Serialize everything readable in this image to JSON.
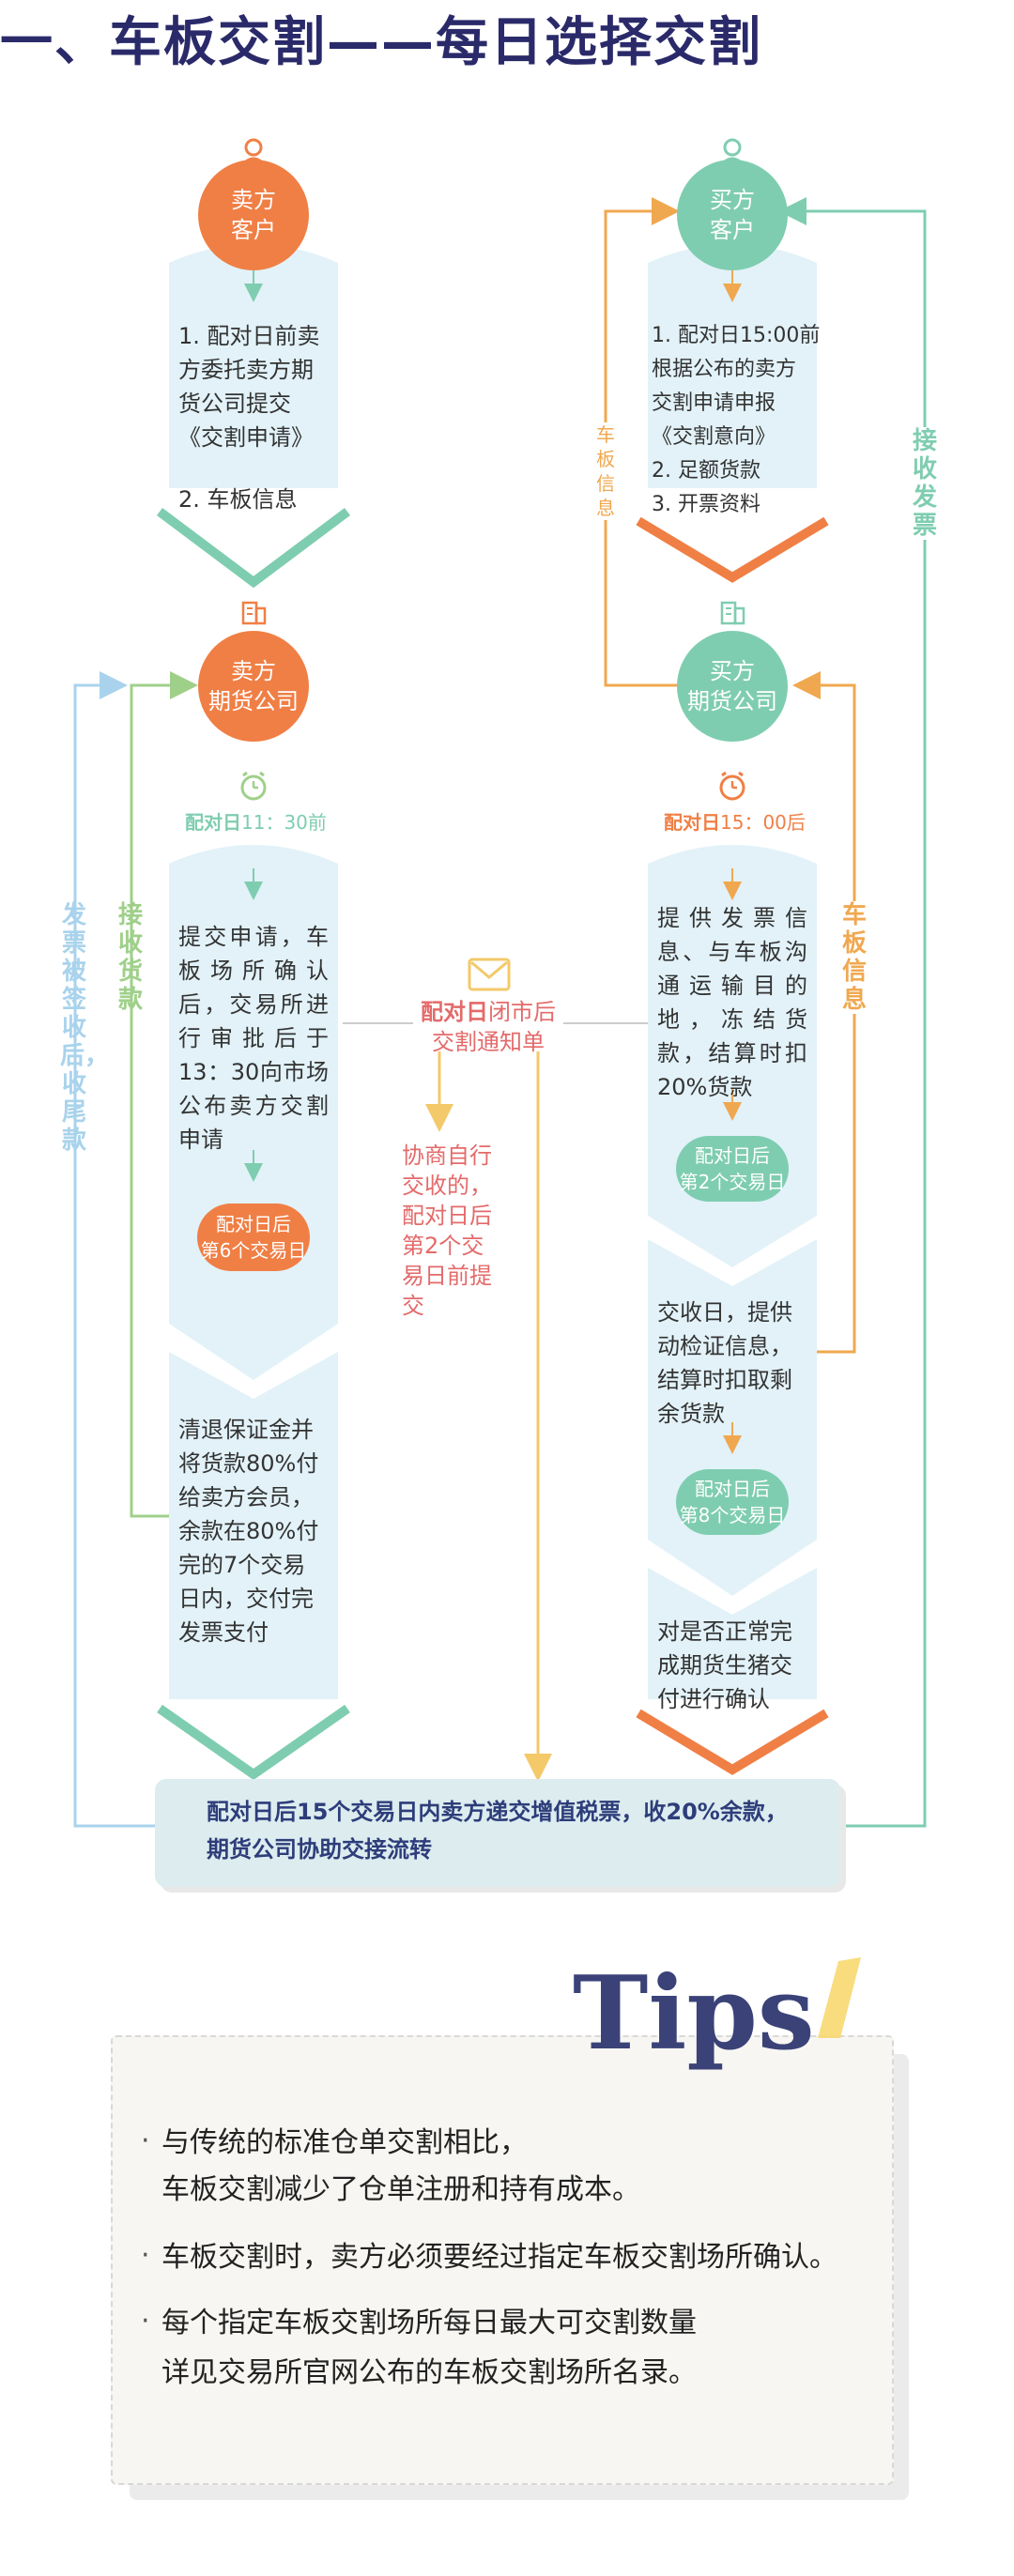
{
  "title": "一、车板交割——每日选择交割",
  "seller": {
    "customer": [
      "卖方",
      "客户"
    ],
    "steps1": [
      "1. 配对日前卖",
      "方委托卖方期",
      "货公司提交",
      "《交割申请》",
      "",
      "2. 车板信息"
    ],
    "company": [
      "卖方",
      "期货公司"
    ],
    "time": {
      "bold": "配对日",
      "rest": "11：30前"
    },
    "steps2": [
      "提交申请，车",
      "板场所确认",
      "后，交易所进",
      "行审批后于",
      "13：30向市场",
      "公布卖方交割",
      "申请"
    ],
    "pill": [
      "配对日后",
      "第6个交易日"
    ],
    "steps3": [
      "清退保证金并",
      "将货款80%付",
      "给卖方会员，",
      "余款在80%付",
      "完的7个交易",
      "日内，交付完",
      "发票支付"
    ]
  },
  "buyer": {
    "customer": [
      "买方",
      "客户"
    ],
    "steps1": [
      "1. 配对日15:00前",
      "根据公布的卖方",
      "交割申请申报",
      "《交割意向》",
      "2. 足额货款",
      "3. 开票资料"
    ],
    "company": [
      "买方",
      "期货公司"
    ],
    "time": {
      "bold": "配对日",
      "rest": "15：00后"
    },
    "steps2": [
      "提供发票信",
      "息、与车板沟",
      "通运输目的",
      "地，冻结货",
      "款，结算时扣",
      "20%货款"
    ],
    "pill1": [
      "配对日后",
      "第2个交易日"
    ],
    "steps3": [
      "交收日，提供",
      "动检证信息，",
      "结算时扣取剩",
      "余货款"
    ],
    "pill2": [
      "配对日后",
      "第8个交易日"
    ],
    "steps4": [
      "对是否正常完",
      "成期货生猪交",
      "付进行确认"
    ]
  },
  "side_labels": {
    "invoice_sign": "发票被签收后，收尾款",
    "receive_payment": "接收货款",
    "truck_info_small": "车板信息",
    "truck_info_large": "车板信息",
    "receive_invoice": "接收发票"
  },
  "notice": {
    "bold": "配对日",
    "rest": "闭市后",
    "line2": "交割通知单"
  },
  "negotiate": [
    "协商自行",
    "交收的，",
    "配对日后",
    "第2个交",
    "易日前提",
    "交"
  ],
  "bottom": [
    "配对日后15个交易日内卖方递交增值税票，收20%余款，",
    "期货公司协助交接流转"
  ],
  "tips": {
    "heading": "Tips",
    "items": [
      [
        "与传统的标准仓单交割相比，",
        "车板交割减少了仓单注册和持有成本。"
      ],
      [
        "车板交割时，卖方必须要经过指定车板交割场所确认。"
      ],
      [
        "每个指定车板交割场所每日最大可交割数量",
        "详见交易所官网公布的车板交割场所名录。"
      ]
    ]
  },
  "colors": {
    "orange": "#f07f45",
    "green": "#7fcdb0",
    "lightblue": "#e2f2f8",
    "yellow": "#f3c969",
    "pinkred": "#e46a6a",
    "navy": "#2d3d7a",
    "lime": "#9fd08a",
    "skyblue": "#a9d3ec"
  }
}
